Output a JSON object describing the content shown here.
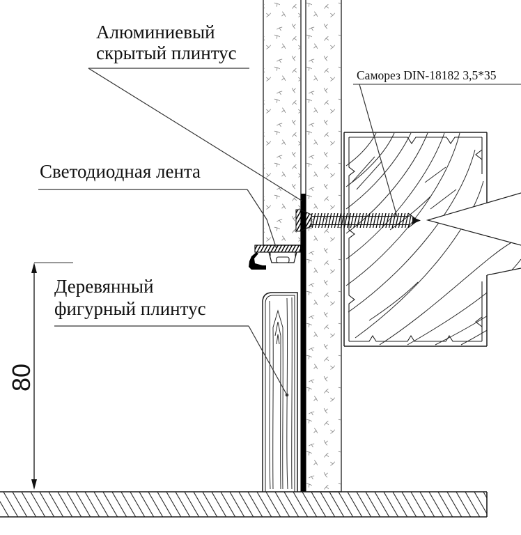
{
  "drawing": {
    "labels": {
      "aluminum_plinth_line1": "Алюминиевый",
      "aluminum_plinth_line2": "скрытый плинтус",
      "led_strip": "Светодиодная лента",
      "wooden_plinth_line1": "Деревянный",
      "wooden_plinth_line2": "фигурный плинтус",
      "screw": "Саморез DIN-18182 3,5*35"
    },
    "dimension": {
      "value": "80"
    },
    "colors": {
      "background": "#ffffff",
      "main_line": "#1c1c1c",
      "underline": "#6e6e6e",
      "speckle": "#8c8c8c",
      "solid_black": "#000000"
    }
  }
}
